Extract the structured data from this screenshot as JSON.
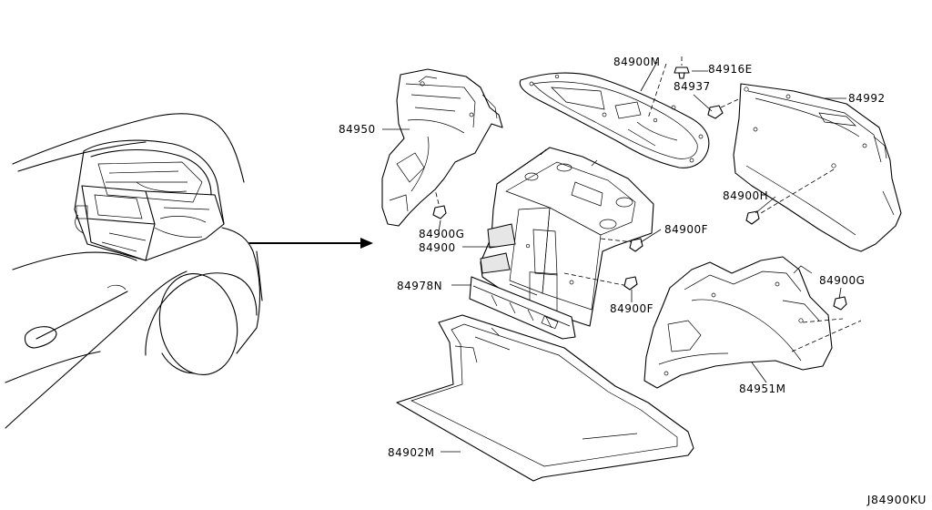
{
  "diagram_code": "J84900KU",
  "callouts": {
    "p84950": "84950",
    "p84900M": "84900M",
    "p84916E": "84916E",
    "p84937": "84937",
    "p84992": "84992",
    "p84900H": "84900H",
    "p84900G_a": "84900G",
    "p84900": "84900",
    "p84900F_a": "84900F",
    "p84978N": "84978N",
    "p84900F_b": "84900F",
    "p84900G_b": "84900G",
    "p84951M": "84951M",
    "p84902M": "84902M"
  }
}
